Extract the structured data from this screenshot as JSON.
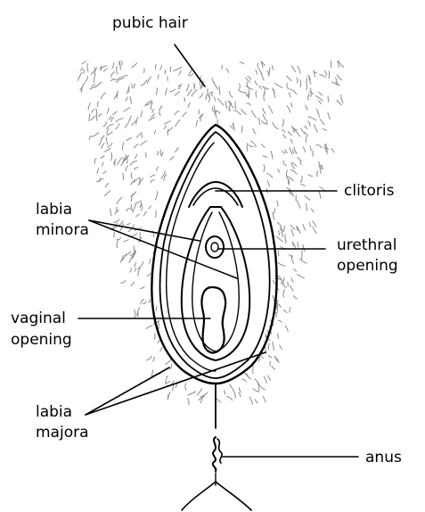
{
  "labels": {
    "pubic_hair": "pubic hair",
    "clitoris": "clitoris",
    "labia_minora_line1": "labia",
    "labia_minora_line2": "minora",
    "urethral_line1": "urethral",
    "urethral_line2": "opening",
    "vaginal_line1": "vaginal",
    "vaginal_line2": "opening",
    "labia_majora_line1": "labia",
    "labia_majora_line2": "majora",
    "anus": "anus"
  },
  "colors": {
    "ink": "#000000",
    "hair": "#8a8a8a",
    "background": "#ffffff"
  }
}
